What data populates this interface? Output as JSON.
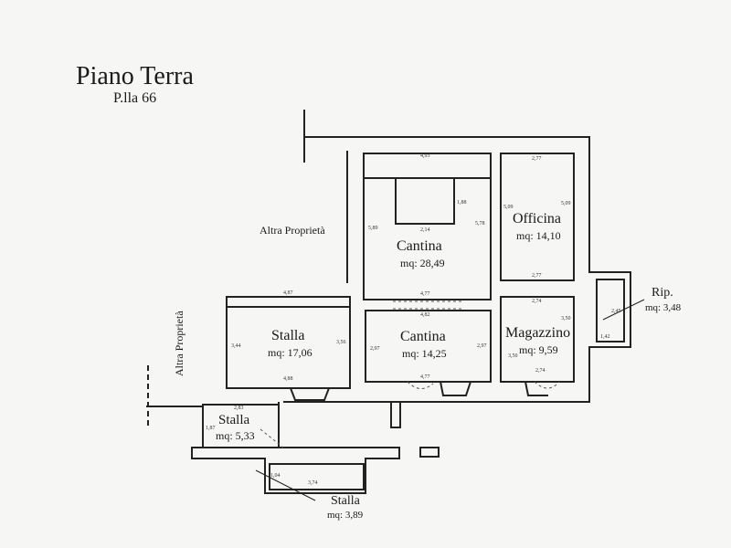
{
  "header": {
    "title": "Piano Terra",
    "parcel": "P.lla 66"
  },
  "neighbors": {
    "top": "Altra Proprietà",
    "left": "Altra Proprietà"
  },
  "rooms": [
    {
      "name": "Cantina",
      "area": "mq: 28,49",
      "dims": [
        "4,93",
        "5,89",
        "5,78",
        "1,88",
        "2,14",
        "4,77"
      ]
    },
    {
      "name": "Officina",
      "area": "mq: 14,10",
      "dims": [
        "2,77",
        "5,09",
        "5,09",
        "2,77"
      ]
    },
    {
      "name": "Rip.",
      "area": "mq: 3,48",
      "dims": [
        "2,45",
        "1,42"
      ]
    },
    {
      "name": "Stalla",
      "area": "mq: 17,06",
      "dims": [
        "4,87",
        "3,44",
        "3,56",
        "4,88"
      ]
    },
    {
      "name": "Cantina",
      "area": "mq: 14,25",
      "dims": [
        "4,82",
        "2,97",
        "2,97",
        "4,77"
      ]
    },
    {
      "name": "Magazzino",
      "area": "mq: 9,59",
      "dims": [
        "2,74",
        "3,50",
        "3,50",
        "2,74"
      ]
    },
    {
      "name": "Stalla",
      "area": "mq: 5,33",
      "dims": [
        "2,83",
        "1,87"
      ]
    },
    {
      "name": "Stalla",
      "area": "mq: 3,89",
      "dims": [
        "1,04",
        "3,74"
      ]
    }
  ]
}
